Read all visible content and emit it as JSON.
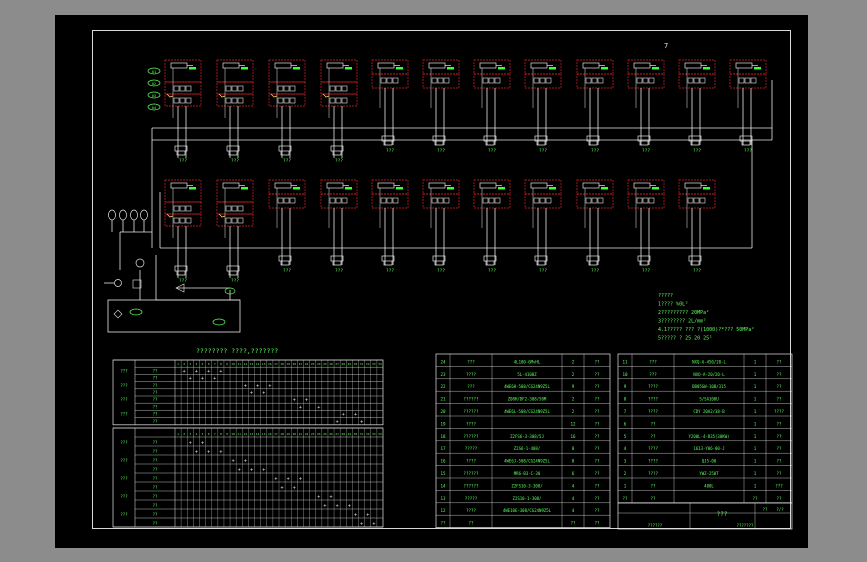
{
  "sheet_number": "7",
  "colors": {
    "background": "#000000",
    "frame": "#d8d8d8",
    "symbol_box": "#e02020",
    "text": "#5cff5c",
    "wire": "#e6e6e6",
    "highlight": "#ffd23c",
    "valve": "#3cff3c"
  },
  "row1_labels": [
    "???",
    "???",
    "???",
    "???",
    "???",
    "???",
    "???",
    "???",
    "???",
    "???",
    "???",
    "???"
  ],
  "row2_labels": [
    "???",
    "???",
    "???",
    "???",
    "???",
    "???",
    "???",
    "???",
    "???",
    "???",
    "???"
  ],
  "left_tags": [
    "01",
    "02",
    "03",
    "04"
  ],
  "notes": [
    "?????",
    "1???? %0L²",
    "2????????? 20MPa²",
    "3???????? 2L/mm²",
    "4.1????? ??? ?(1000)?*??? 50MPa²",
    "5????? ? 25 20 25²"
  ],
  "schedule_title": "????????    ????,???????",
  "schedule_a": {
    "groups": [
      "???",
      "???",
      "???",
      "???"
    ],
    "rows": [
      [
        "???",
        "??"
      ],
      [
        "",
        "??"
      ],
      [
        "???",
        "??"
      ],
      [
        "",
        "??"
      ],
      [
        "???",
        "??"
      ],
      [
        "",
        "??"
      ],
      [
        "???",
        "??"
      ],
      [
        "",
        "??"
      ]
    ],
    "plus_rows": [
      [
        2,
        4,
        6,
        8
      ],
      [
        3,
        5,
        7
      ],
      [
        12,
        14,
        16
      ],
      [
        13,
        15
      ],
      [
        20,
        22
      ],
      [
        21,
        24
      ],
      [
        28,
        30
      ],
      [
        27,
        31
      ]
    ]
  },
  "schedule_b": {
    "rows": [
      [
        "???",
        "??"
      ],
      [
        "",
        "??"
      ],
      [
        "???",
        "??"
      ],
      [
        "",
        "??"
      ],
      [
        "???",
        "??"
      ],
      [
        "",
        "??"
      ],
      [
        "???",
        "??"
      ],
      [
        "",
        "??"
      ],
      [
        "???",
        "??"
      ],
      [
        "",
        "??"
      ]
    ],
    "plus_rows": [
      [
        3,
        5
      ],
      [
        4,
        6,
        8
      ],
      [
        10,
        12
      ],
      [
        11,
        13,
        15
      ],
      [
        17,
        19,
        21
      ],
      [
        18,
        20
      ],
      [
        24,
        26
      ],
      [
        25,
        27,
        29
      ],
      [
        30,
        32
      ],
      [
        31,
        33
      ]
    ]
  },
  "parts_left": [
    [
      "24",
      "???",
      "4L100-6MvHL",
      "2",
      "??"
    ],
    [
      "23",
      "????",
      "5L-4100Z",
      "2",
      "??"
    ],
    [
      "22",
      "???",
      "4WE6H-508/CG24N9Z5L",
      "9",
      "??"
    ],
    [
      "21",
      "??????",
      "Z08H/DF2-308/50M",
      "2",
      "??"
    ],
    [
      "20",
      "??????",
      "4WE6L-508/CG24N9Z5L",
      "2",
      "??"
    ],
    [
      "19",
      "????",
      "",
      "12",
      "??"
    ],
    [
      "18",
      "??????",
      "Z2FS6-3-308/5J",
      "16",
      "??"
    ],
    [
      "17",
      "?????",
      "Z2S6-1-408/",
      "8",
      "??"
    ],
    [
      "16",
      "????",
      "4WE6J-508/CG24N9Z5L",
      "8",
      "??"
    ],
    [
      "15",
      "??????",
      "MR6-B3-C-30",
      "6",
      "??"
    ],
    [
      "14",
      "??????",
      "Z2FS10-3-308/",
      "4",
      "??"
    ],
    [
      "13",
      "?????",
      "Z2S10-1-308/",
      "4",
      "??"
    ],
    [
      "12",
      "????",
      "4WE10E-308/CG24N9Z5L",
      "4",
      "??"
    ],
    [
      "??",
      "??",
      "",
      "??",
      "??"
    ]
  ],
  "parts_right": [
    [
      "11",
      "???",
      "NXQ-A-450/20-L",
      "1",
      "??"
    ],
    [
      "10",
      "???",
      "NXQ-A-20/20-L",
      "1",
      "??"
    ],
    [
      "9",
      "????",
      "DB05GW-10B/315",
      "1",
      "??"
    ],
    [
      "8",
      "????",
      "S/SA100U",
      "1",
      "??"
    ],
    [
      "7",
      "????",
      "CDY 20A2/38-B",
      "1",
      "????"
    ],
    [
      "6",
      "??",
      "",
      "1",
      "??"
    ],
    [
      "5",
      "??",
      "Y200L-4-B35(30KW)",
      "1",
      "??"
    ],
    [
      "4",
      "????",
      "1613-Y06-00-J",
      "1",
      "??"
    ],
    [
      "3",
      "????",
      "QJ5-00",
      "1",
      "??"
    ],
    [
      "2",
      "????",
      "YWZ-250T",
      "1",
      "??"
    ],
    [
      "1",
      "??",
      "400L",
      "1",
      "???"
    ],
    [
      "??",
      "??",
      "",
      "??",
      "??"
    ]
  ],
  "title_block": {
    "name": "???",
    "sheet_label": "??",
    "sheet_no": "?/?",
    "drawn": "??????",
    "check": "???????"
  }
}
